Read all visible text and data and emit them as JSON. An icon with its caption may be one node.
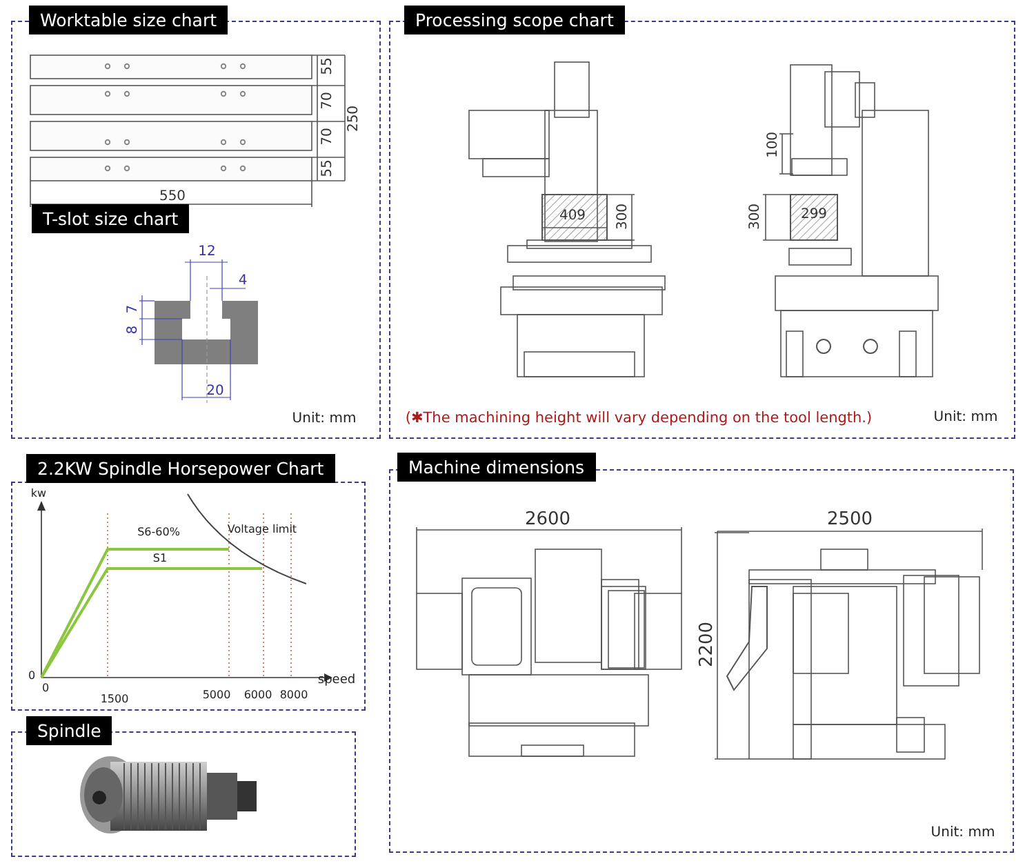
{
  "diagram": {
    "nodes": [
      {
        "text": [
          "Worktable size chart",
          "T-slot size chart"
        ]
      },
      {
        "text": [
          "Processing scope chart"
        ]
      },
      {
        "text": [
          "2.2KW Spindle Horsepower Chart"
        ]
      },
      {
        "text": [
          "Machine dimensions"
        ]
      },
      {
        "text": [
          "Spindle"
        ]
      }
    ],
    "edges": [],
    "labels": [
      "55",
      "70",
      "70",
      "55",
      "250",
      "550",
      "12",
      "4",
      "7",
      "8",
      "20",
      "Unit: mm",
      "100",
      "409",
      "300",
      "300",
      "299",
      "(✱The machining height will vary depending on the tool length.)",
      "Unit: mm",
      "kw",
      "S6-60%",
      "Voltage limit",
      "S1",
      "0",
      "speed",
      "0",
      "1500",
      "5000",
      "6000",
      "8000",
      "2600",
      "2500",
      "2200",
      "Unit: mm"
    ]
  }
}
